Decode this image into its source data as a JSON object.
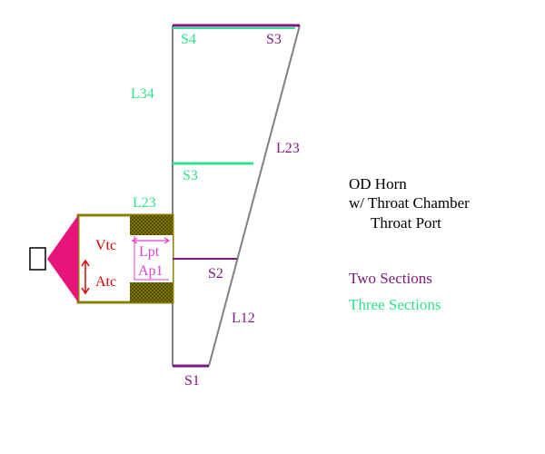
{
  "colors": {
    "purple": "#7b1a7e",
    "green": "#2fe38e",
    "gray": "#808080",
    "olive": "#8b8000",
    "olive_dark": "#5d5a00",
    "magenta": "#e8147a",
    "red": "#e00000",
    "pink": "#e23fcf",
    "black": "#000000"
  },
  "labels": {
    "s4": "S4",
    "s3_top": "S3",
    "l34": "L34",
    "l23_right": "L23",
    "s3_mid": "S3",
    "l23_left": "L23",
    "vtc": "Vtc",
    "atc": "Atc",
    "lpt": "Lpt",
    "ap1": "Ap1",
    "s2": "S2",
    "l12": "L12",
    "s1": "S1"
  },
  "legend": {
    "line1": "OD Horn",
    "line2": "w/ Throat Chamber",
    "line3": "Throat Port",
    "two_sections": "Two Sections",
    "three_sections": "Three Sections"
  }
}
